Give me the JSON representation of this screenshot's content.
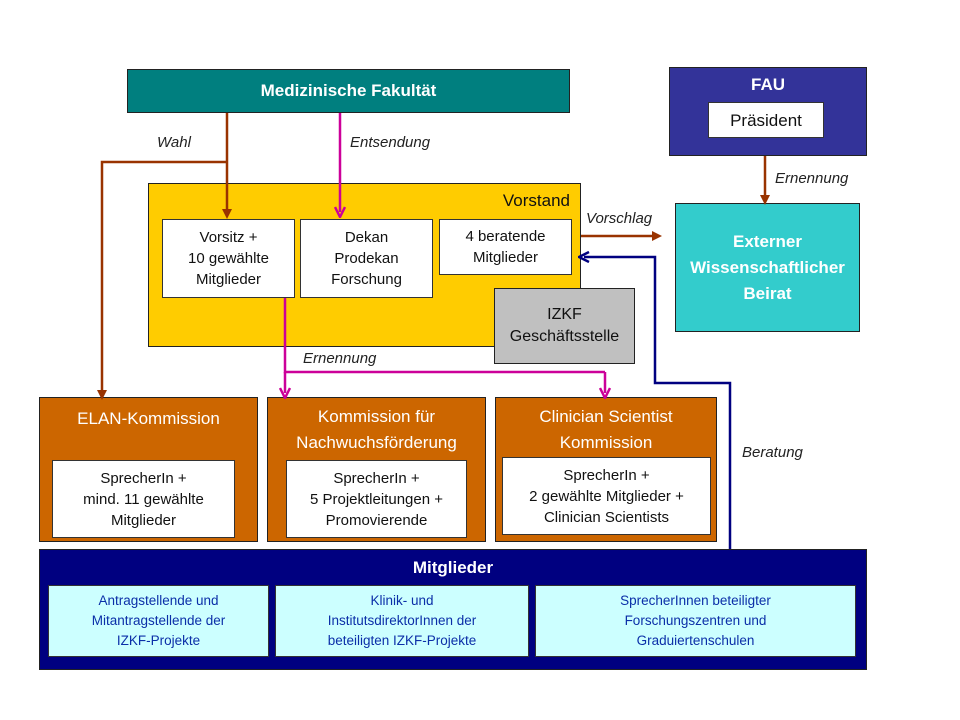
{
  "colors": {
    "fakultaet": "#007f7f",
    "fau": "#333399",
    "vorstand": "#ffcc00",
    "izkf": "#c0c0c0",
    "beirat": "#33cccc",
    "kommission": "#cc6600",
    "mitglieder": "#000080",
    "mitglieder_sub": "#ccffff",
    "arrow_brown": "#993300",
    "arrow_magenta": "#cc0099",
    "arrow_navy": "#000080"
  },
  "fakultaet": {
    "title": "Medizinische Fakultät"
  },
  "fau": {
    "title": "FAU",
    "praesident": "Präsident"
  },
  "vorstand": {
    "title": "Vorstand",
    "box1": "Vorsitz +\n10 gewählte\nMitglieder",
    "box2": "Dekan\nProdekan\nForschung",
    "box3": "4 beratende\nMitglieder"
  },
  "izkf": {
    "title": "IZKF\nGeschäftsstelle"
  },
  "beirat": {
    "title": "Externer\nWissenschaftlicher\nBeirat"
  },
  "labels": {
    "wahl": "Wahl",
    "entsendung": "Entsendung",
    "ernennung_top": "Ernennung",
    "vorschlag": "Vorschlag",
    "ernennung_mid": "Ernennung",
    "beratung": "Beratung"
  },
  "kommissionen": [
    {
      "title": "ELAN-Kommission",
      "members": "SprecherIn +\nmind. 11 gewählte\nMitglieder"
    },
    {
      "title": "Kommission für\nNachwuchsförderung",
      "members": "SprecherIn +\n5 Projektleitungen +\nPromovierende"
    },
    {
      "title": "Clinician Scientist\nKommission",
      "members": "SprecherIn +\n2 gewählte Mitglieder +\nClinician Scientists"
    }
  ],
  "mitglieder": {
    "title": "Mitglieder",
    "groups": [
      "Antragstellende und\nMitantragstellende der\nIZKF-Projekte",
      "Klinik- und\nInstitutsdirektorInnen der\nbeteiligten IZKF-Projekte",
      "SprecherInnen beteiligter\nForschungszentren und\nGraduiertenschulen"
    ]
  }
}
